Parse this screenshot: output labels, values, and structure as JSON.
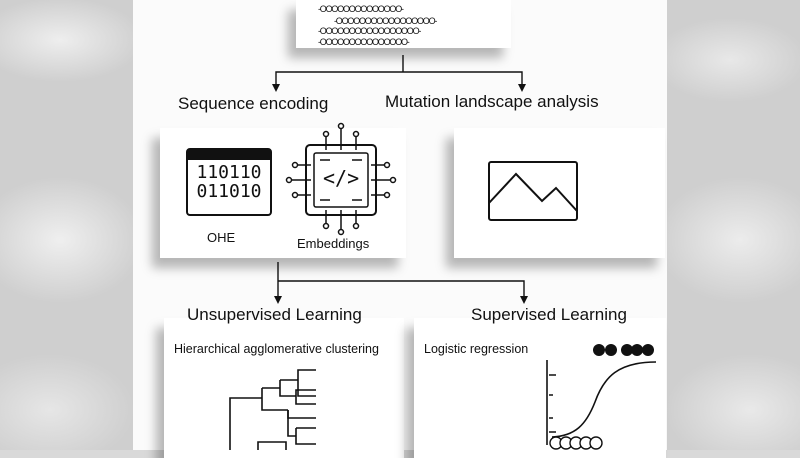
{
  "top_sequences": [
    "-OOOOOOOOOOOOOO-",
    "-OOOOOOOOOOOOOOOOO-",
    "-OOOOOOOOOOOOOOOOO-",
    "-OOOOOOOOOOOOOOO-"
  ],
  "sequence_encoding": {
    "title": "Sequence encoding",
    "ohe_label": "OHE",
    "ohe_bits_line1": "110110",
    "ohe_bits_line2": "011010",
    "embeddings_label": "Embeddings",
    "chip_code_glyph": "</>"
  },
  "mutation_landscape": {
    "title": "Mutation landscape analysis"
  },
  "unsupervised": {
    "title": "Unsupervised Learning",
    "method": "Hierarchical agglomerative clustering"
  },
  "supervised": {
    "title": "Supervised Learning",
    "method": "Logistic regression"
  },
  "icons": [
    "binary-window-icon",
    "microchip-icon",
    "landscape-image-icon",
    "dendrogram-icon",
    "sigmoid-plot-icon"
  ],
  "colors": {
    "panel": "#fbfbfb",
    "line": "#111111",
    "background": "#cfcfcf"
  }
}
